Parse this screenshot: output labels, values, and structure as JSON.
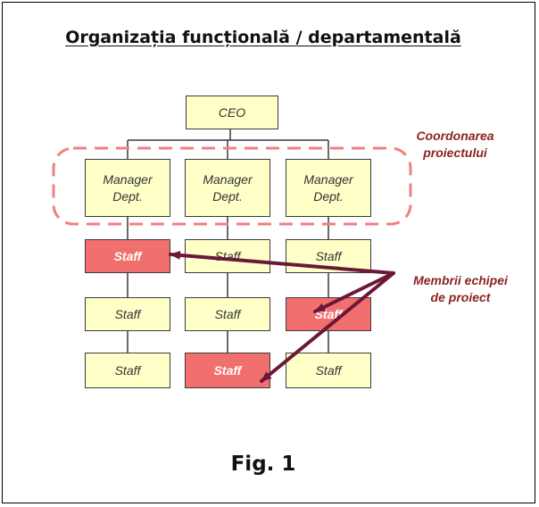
{
  "title": "Organizația funcțională / departamentală",
  "figure_label": "Fig. 1",
  "colors": {
    "box_fill": "#ffffc8",
    "member_fill": "#f26f6f",
    "arrow": "#6b1838",
    "coordination_outline": "#f08080",
    "annotation_text": "#8b2323"
  },
  "chart": {
    "ceo": "CEO",
    "managers": [
      "Manager\nDept.",
      "Manager\nDept.",
      "Manager\nDept."
    ],
    "staff_rows": [
      [
        {
          "label": "Staff",
          "member": true
        },
        {
          "label": "Staff",
          "member": false
        },
        {
          "label": "Staff",
          "member": false
        }
      ],
      [
        {
          "label": "Staff",
          "member": false
        },
        {
          "label": "Staff",
          "member": false
        },
        {
          "label": "Staff",
          "member": true
        }
      ],
      [
        {
          "label": "Staff",
          "member": false
        },
        {
          "label": "Staff",
          "member": true
        },
        {
          "label": "Staff",
          "member": false
        }
      ]
    ]
  },
  "annotations": {
    "coordination": "Coordonarea\nproiectului",
    "team_members": "Membrii echipei\nde proiect"
  }
}
